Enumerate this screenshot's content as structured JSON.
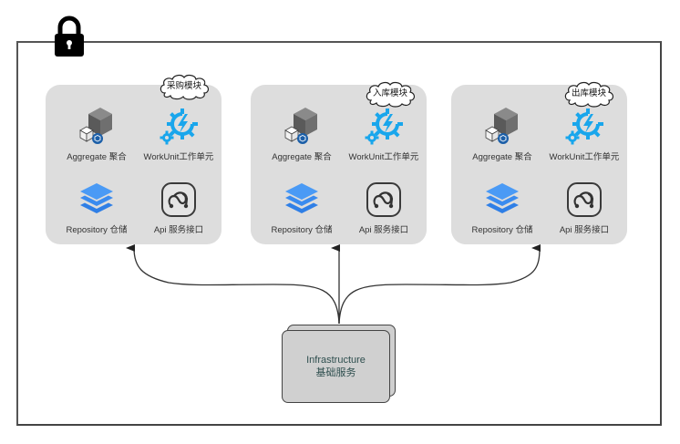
{
  "diagram": {
    "lock_icon": "lock-icon",
    "modules": [
      {
        "name": "采购模块",
        "components": {
          "aggregate": {
            "label": "Aggregate 聚合",
            "icon": "cube-icon"
          },
          "workunit": {
            "label": "WorkUnit工作单元",
            "icon": "gear-lightning-icon"
          },
          "repository": {
            "label": "Repository 仓储",
            "icon": "layers-icon"
          },
          "api": {
            "label": "Api 服务接口",
            "icon": "api-link-icon"
          }
        }
      },
      {
        "name": "入库模块",
        "components": {
          "aggregate": {
            "label": "Aggregate 聚合",
            "icon": "cube-icon"
          },
          "workunit": {
            "label": "WorkUnit工作单元",
            "icon": "gear-lightning-icon"
          },
          "repository": {
            "label": "Repository 仓储",
            "icon": "layers-icon"
          },
          "api": {
            "label": "Api 服务接口",
            "icon": "api-link-icon"
          }
        }
      },
      {
        "name": "出库模块",
        "components": {
          "aggregate": {
            "label": "Aggregate 聚合",
            "icon": "cube-icon"
          },
          "workunit": {
            "label": "WorkUnit工作单元",
            "icon": "gear-lightning-icon"
          },
          "repository": {
            "label": "Repository 仓储",
            "icon": "layers-icon"
          },
          "api": {
            "label": "Api 服务接口",
            "icon": "api-link-icon"
          }
        }
      }
    ],
    "infrastructure": {
      "title": "Infrastructure",
      "subtitle": "基础服务"
    },
    "colors": {
      "module_bg": "#dddddd",
      "accent_blue": "#1aa3e8",
      "layers_blue": "#3b8ef0",
      "frame": "#555555"
    }
  }
}
